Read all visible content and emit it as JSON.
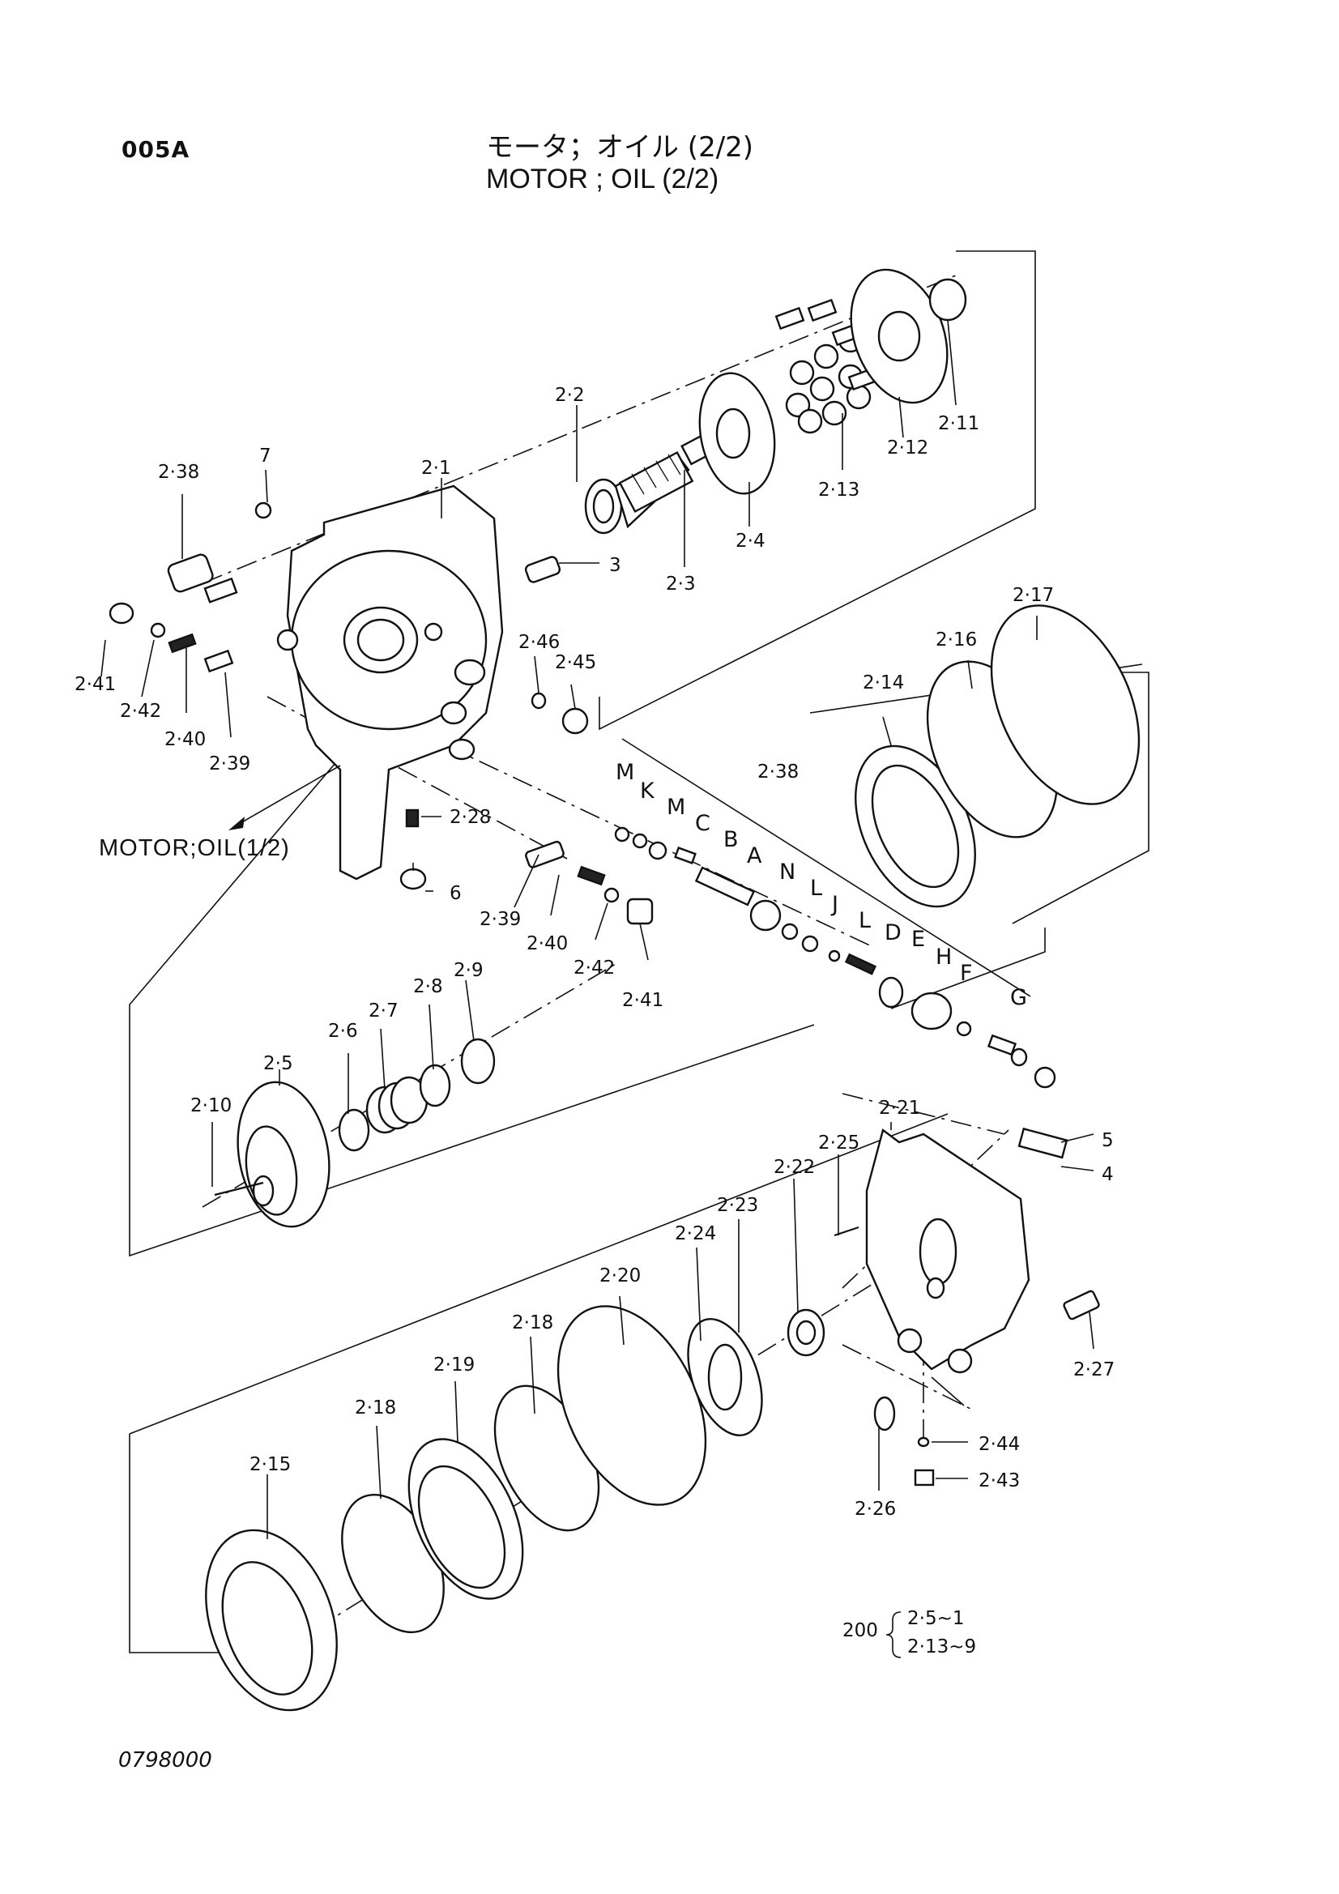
{
  "header": {
    "page_code": "005A",
    "title_jp": "モータ；オイル (2/2)",
    "title_en": "MOTOR ; OIL (2/2)"
  },
  "footer": {
    "drawing_number": "0798000"
  },
  "cross_reference": "MOTOR;OIL(1/2)",
  "callouts": {
    "c2_1": "2·1",
    "c2_2": "2·2",
    "c2_3": "2·3",
    "c2_4": "2·4",
    "c2_5": "2·5",
    "c2_6": "2·6",
    "c2_7": "2·7",
    "c2_8": "2·8",
    "c2_9": "2·9",
    "c2_10": "2·10",
    "c2_11": "2·11",
    "c2_12": "2·12",
    "c2_13": "2·13",
    "c2_14": "2·14",
    "c2_15": "2·15",
    "c2_16": "2·16",
    "c2_17": "2·17",
    "c2_18a": "2·18",
    "c2_18b": "2·18",
    "c2_19": "2·19",
    "c2_20": "2·20",
    "c2_21": "2·21",
    "c2_22": "2·22",
    "c2_23": "2·23",
    "c2_24": "2·24",
    "c2_25": "2·25",
    "c2_26": "2·26",
    "c2_27": "2·27",
    "c2_28": "2·28",
    "c2_38a": "2·38",
    "c2_38b": "2·38",
    "c2_39a": "2·39",
    "c2_39b": "2·39",
    "c2_40a": "2·40",
    "c2_40b": "2·40",
    "c2_41a": "2·41",
    "c2_41b": "2·41",
    "c2_42a": "2·42",
    "c2_42b": "2·42",
    "c2_43": "2·43",
    "c2_44": "2·44",
    "c2_45": "2·45",
    "c2_46": "2·46",
    "c3": "3",
    "c4": "4",
    "c5": "5",
    "c6": "6",
    "c7": "7"
  },
  "sub_letters": {
    "M1": "M",
    "K": "K",
    "M2": "M",
    "C": "C",
    "B": "B",
    "A": "A",
    "N": "N",
    "L1": "L",
    "J": "J",
    "L2": "L",
    "D": "D",
    "E": "E",
    "H": "H",
    "F": "F",
    "G": "G"
  },
  "kit_note": {
    "qty": "200",
    "line1": "2·5~1",
    "line2": "2·13~9"
  }
}
